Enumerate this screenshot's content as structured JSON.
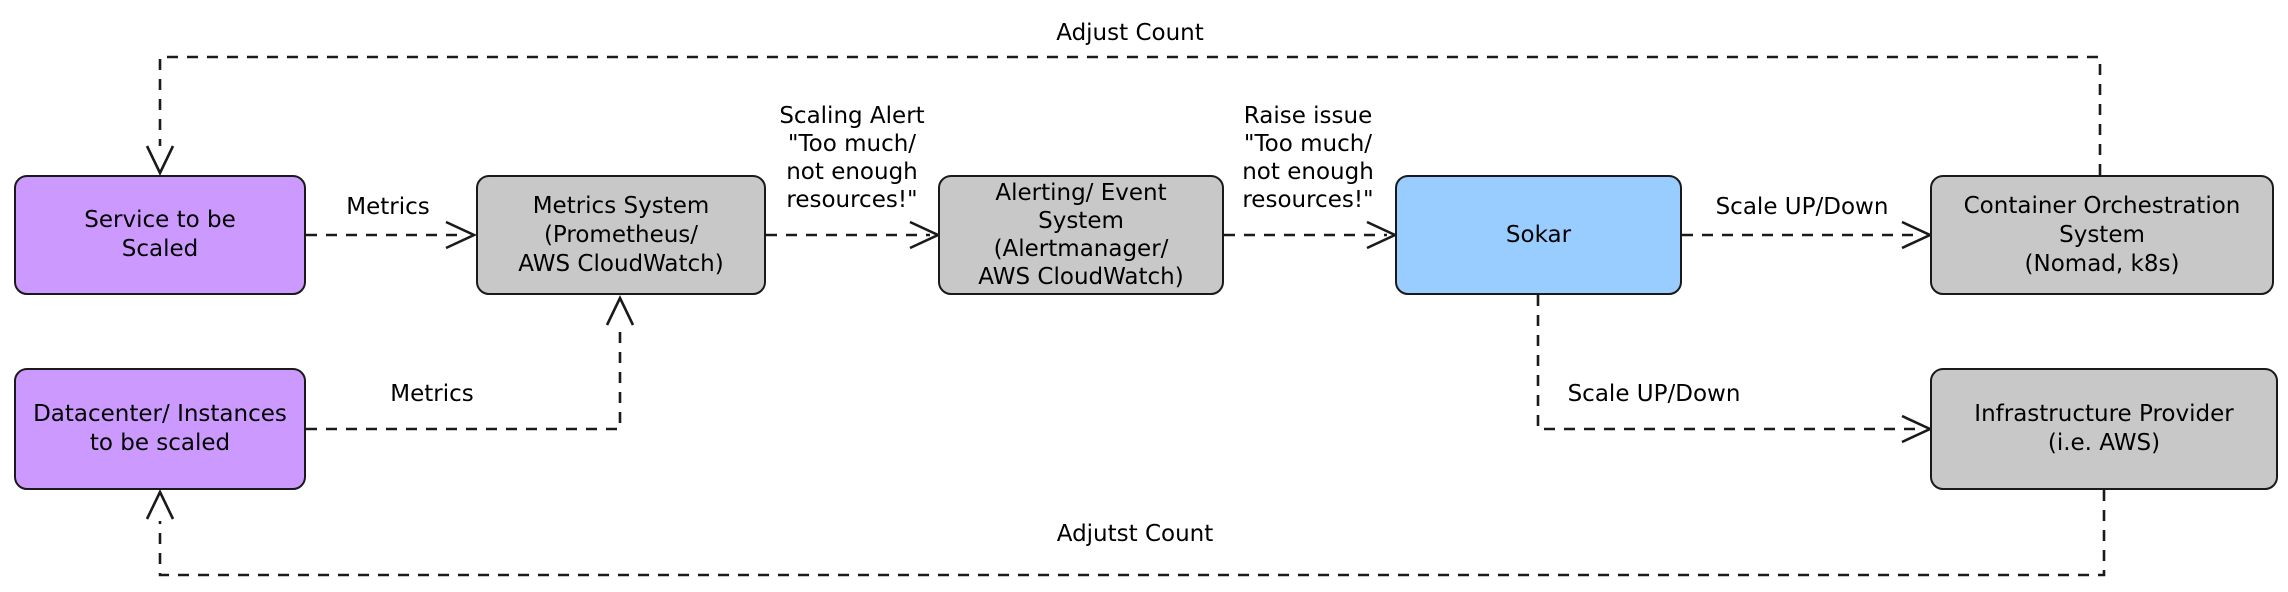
{
  "diagram": {
    "colors": {
      "service_fill": "#cc99ff",
      "system_fill": "#c8c8c8",
      "sokar_fill": "#99ccff",
      "line": "#1a1a1a",
      "background": "#ffffff"
    },
    "nodes": {
      "service": {
        "label": "Service to be\nScaled"
      },
      "datacenter": {
        "label": "Datacenter/ Instances\nto be scaled"
      },
      "metrics_system": {
        "label": "Metrics System\n(Prometheus/\nAWS CloudWatch)"
      },
      "alerting_system": {
        "label": "Alerting/ Event\nSystem\n(Alertmanager/\nAWS CloudWatch)"
      },
      "sokar": {
        "label": "Sokar"
      },
      "orchestrator": {
        "label": "Container Orchestration\nSystem\n(Nomad, k8s)"
      },
      "infrastructure": {
        "label": "Infrastructure Provider\n(i.e. AWS)"
      }
    },
    "edges": {
      "adjust_count_top": {
        "label": "Adjust Count"
      },
      "metrics_service": {
        "label": "Metrics"
      },
      "scaling_alert": {
        "label": "Scaling Alert\n\"Too much/\nnot enough\nresources!\""
      },
      "raise_issue": {
        "label": "Raise issue\n\"Too much/\nnot enough\nresources!\""
      },
      "scale_orchestrator": {
        "label": "Scale UP/Down"
      },
      "metrics_datacenter": {
        "label": "Metrics"
      },
      "scale_infrastructure": {
        "label": "Scale UP/Down"
      },
      "adjust_count_bottom": {
        "label": "Adjutst Count"
      }
    }
  }
}
